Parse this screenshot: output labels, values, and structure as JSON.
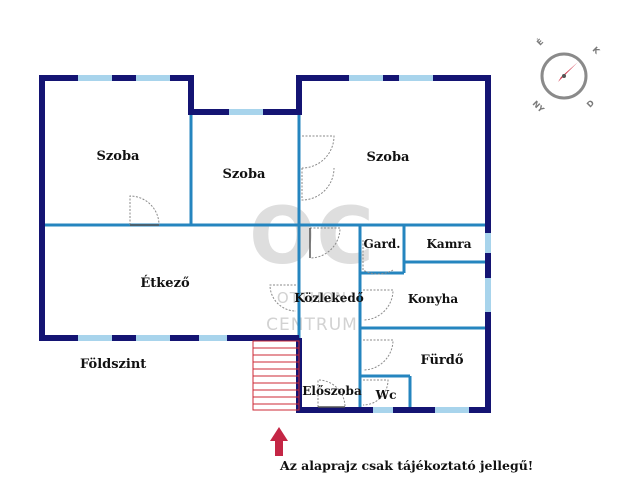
{
  "rooms": {
    "szoba1": "Szoba",
    "szoba2": "Szoba",
    "szoba3": "Szoba",
    "etkezo": "Étkező",
    "gard": "Gard.",
    "kamra": "Kamra",
    "kozlekedo": "Közlekedő",
    "konyha": "Konyha",
    "furdo": "Fürdő",
    "eloszoba": "Előszoba",
    "wc": "Wc"
  },
  "floor_label": "Földszint",
  "disclaimer": "Az alaprajz csak tájékoztató jellegű!",
  "watermark": {
    "monogram": "OC",
    "line1": "OTTHON",
    "line2": "CENTRUM"
  },
  "compass": {
    "north": "É",
    "east": "K",
    "south": "D",
    "west": "NY"
  },
  "colors": {
    "outer_wall": "#141473",
    "inner_wall": "#2585bf",
    "window": "#a8d4ec",
    "door": "#888888",
    "stairs": "#cc2a36",
    "arrow": "#c42645",
    "watermark": "#d8d8d8"
  }
}
